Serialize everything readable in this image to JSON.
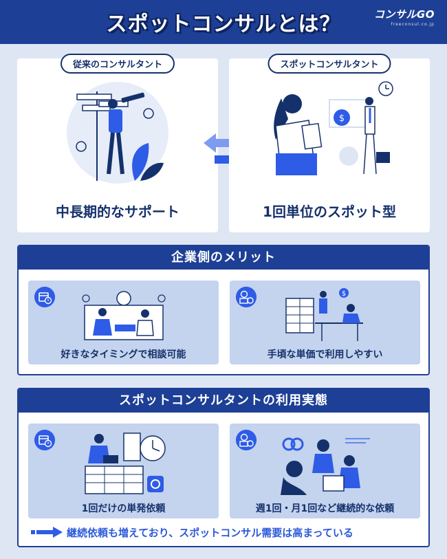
{
  "header": {
    "title": "スポットコンサルとは？",
    "logo_text": "コンサルGO",
    "logo_url": "freeconsul.co.jp"
  },
  "comparison": {
    "left": {
      "label": "従来のコンサルタント",
      "caption": "中長期的なサポート"
    },
    "right": {
      "label": "スポットコンサルタント",
      "caption": "1回単位のスポット型"
    }
  },
  "merits": {
    "title": "企業側のメリット",
    "items": [
      {
        "caption": "好きなタイミングで相談可能",
        "icon": "calendar-clock-icon"
      },
      {
        "caption": "手頃な単価で利用しやすい",
        "icon": "money-clock-icon"
      }
    ]
  },
  "usage": {
    "title": "スポットコンサルタントの利用実態",
    "items": [
      {
        "caption": "1回だけの単発依頼",
        "icon": "calendar-clock-icon"
      },
      {
        "caption": "週1回・月1回など継続的な依頼",
        "icon": "money-clock-icon"
      }
    ],
    "note": "継続依頼も増えており、スポットコンサル需要は高まっている"
  },
  "colors": {
    "primary": "#1d3f95",
    "accent": "#2e5ce6",
    "panel_bg": "#c4d3ee",
    "page_bg": "#dfe6f3"
  }
}
